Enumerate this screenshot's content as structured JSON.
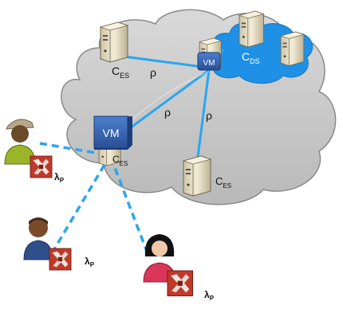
{
  "labels": {
    "c": "C",
    "es": "ES",
    "ds": "DS",
    "rho": "ρ",
    "vm": "VM",
    "lambda": "λ",
    "p": "P"
  },
  "colors": {
    "cloud_fill": "#c8c8c8",
    "cloud_stroke": "#8a8a8a",
    "inner_cloud_fill": "#1e90e6",
    "link": "#2aa6ee",
    "vm_fill": "#2f5fb0",
    "server_body": "#e6dcc0",
    "game_icon": "#c0392b"
  },
  "nodes": {
    "edge_servers": [
      "server-top-left",
      "server-vm-edge",
      "server-bottom"
    ],
    "data_center_servers": 3,
    "vms": 2,
    "users": 3
  },
  "icons": [
    "server-icon",
    "user-avatar-icon",
    "game-icon",
    "cloud-icon",
    "vm-icon"
  ]
}
